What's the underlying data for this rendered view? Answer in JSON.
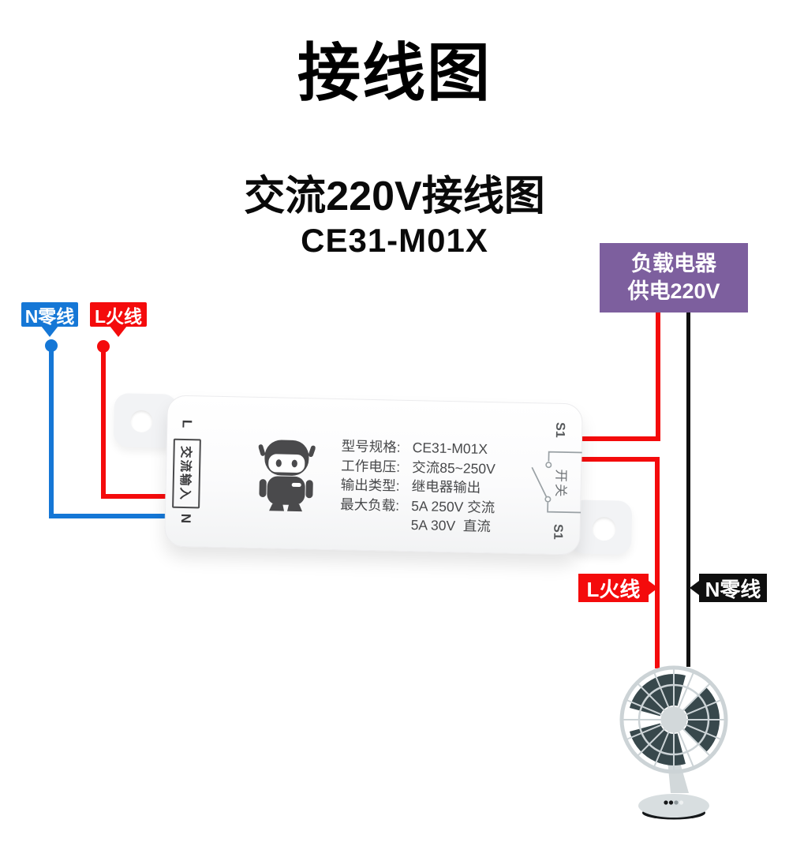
{
  "page": {
    "title": "接线图",
    "subtitle": "交流220V接线图",
    "model": "CE31-M01X"
  },
  "load_box": {
    "line1": "负载电器",
    "line2": "供电220V"
  },
  "callouts": {
    "neutral_top": "N零线",
    "live_top": "L火线",
    "live_bottom": "L火线",
    "neutral_bottom": "N零线"
  },
  "device": {
    "terminal_l": "L",
    "ac_input": "交流输入",
    "terminal_n": "N",
    "s1_top": "S1",
    "s1_bottom": "S1",
    "switch_label": "开关",
    "specs": [
      {
        "label": "型号规格:",
        "value": "CE31-M01X"
      },
      {
        "label": "工作电压:",
        "value": "交流85~250V"
      },
      {
        "label": "输出类型:",
        "value": "继电器输出"
      },
      {
        "label": "最大负载:",
        "value": "5A 250V 交流"
      },
      {
        "label": "",
        "value": "5A 30V  直流"
      }
    ]
  },
  "icons": {
    "robot_logo": "robot-logo-icon",
    "switch_symbol": "relay-switch-icon",
    "fan": "desk-fan-icon"
  },
  "colors": {
    "live_red": "#f40b0c",
    "neutral_blue": "#1577d6",
    "neutral_black": "#101010",
    "load_purple": "#7d5f9e",
    "blade_dark": "#38484c",
    "cage_gray": "#ccd3d6"
  }
}
